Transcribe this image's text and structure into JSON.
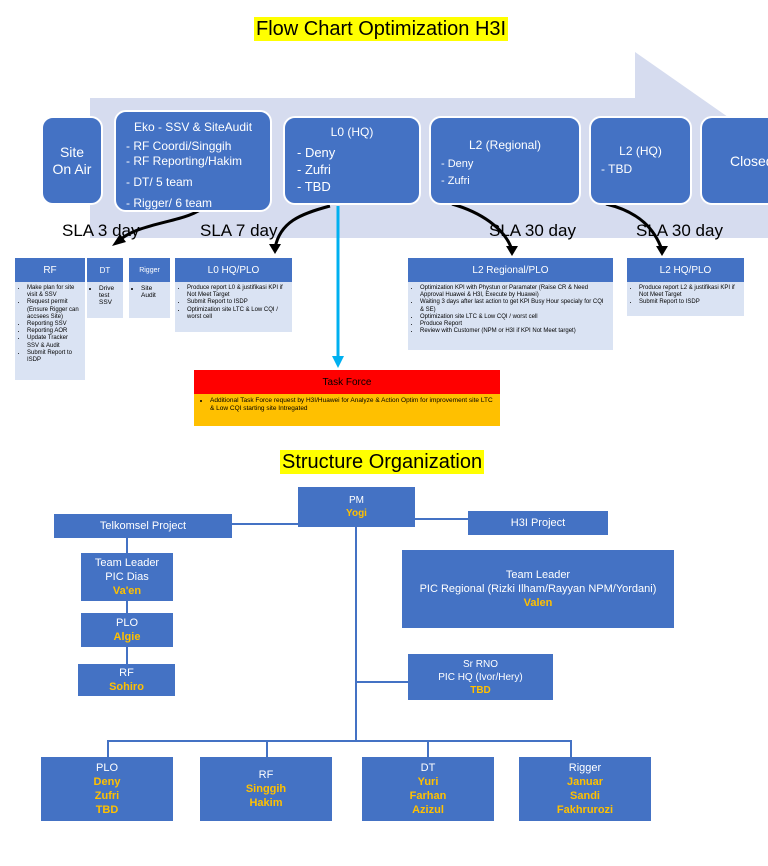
{
  "titles": {
    "flow": "Flow Chart Optimization H3I",
    "structure": "Structure Organization"
  },
  "flow": {
    "site_on_air": "Site On Air",
    "eko": {
      "title": "Eko - SSV & SiteAudit",
      "items": [
        "- RF Coordi/Singgih",
        "- RF Reporting/Hakim",
        "- DT/ 5 team",
        "- Rigger/ 6 team"
      ]
    },
    "l0": {
      "title": "L0 (HQ)",
      "items": [
        "- Deny",
        "- Zufri",
        "- TBD"
      ]
    },
    "l2_regional": {
      "title": "L2 (Regional)",
      "items": [
        "- Deny",
        "- Zufri"
      ]
    },
    "l2_hq": {
      "title": "L2 (HQ)",
      "items": [
        "- TBD"
      ]
    },
    "closed": "Closed",
    "sla": [
      "SLA 3 day",
      "SLA 7 day",
      "SLA 30 day",
      "SLA 30 day"
    ]
  },
  "details": {
    "rf": {
      "header": "RF",
      "items": [
        "Make plan for site visit & SSV",
        "Request permit (Ensure Rigger can accsees Site)",
        "Reporting SSV",
        "Reporting AOR",
        "Update Tracker SSV & Audit",
        "Submit Report to ISDP"
      ]
    },
    "dt": {
      "header": "DT",
      "items": [
        "Drive test SSV"
      ]
    },
    "rigger": {
      "header": "Rigger",
      "items": [
        "Site Audit"
      ]
    },
    "l0_plo": {
      "header": "L0 HQ/PLO",
      "items": [
        "Produce report L0 & justifikasi KPI if Not Meet Target",
        "Submit Report to ISDP",
        "Optimization site LTC & Low CQI / worst cell"
      ]
    },
    "l2_regional_plo": {
      "header": "L2 Regional/PLO",
      "items": [
        "Optimization KPI with Phystun or Paramater (Raise CR & Need Approval Huawei & H3I, Execute by Huawei)",
        "Waiting 3 days after last action to get KPI Busy Hour specialy for CQI & SE)",
        "Optimization site LTC & Low CQI / worst cell",
        "Produce Report",
        "Review with Customer (NPM or H3I if KPI Not Meet target)"
      ]
    },
    "l2_hq_plo": {
      "header": "L2 HQ/PLO",
      "items": [
        "Produce report L2 & justifikasi KPI if Not Meet Target",
        "Submit Report to ISDP"
      ]
    },
    "task_force": {
      "header": "Task Force",
      "items": [
        "Additional Task Force request by H3I/Huawei for Analyze & Action Optim for improvement site LTC & Low CQI starting site Intregated"
      ]
    }
  },
  "org": {
    "pm": {
      "role": "PM",
      "name": "Yogi"
    },
    "telkomsel": "Telkomsel Project",
    "h3i": "H3I Project",
    "tl_tsel": {
      "role": "Team Leader",
      "sub": "PIC Dias",
      "name": "Va'en"
    },
    "plo_tsel": {
      "role": "PLO",
      "name": "Algie"
    },
    "rf_tsel": {
      "role": "RF",
      "name": "Sohiro"
    },
    "tl_h3i": {
      "role": "Team Leader",
      "sub": "PIC Regional (Rizki Ilham/Rayyan NPM/Yordani)",
      "name": "Valen"
    },
    "sr_rno": {
      "role": "Sr RNO",
      "sub": "PIC HQ (Ivor/Hery)",
      "name": "TBD"
    },
    "plo": {
      "role": "PLO",
      "names": [
        "Deny",
        "Zufri",
        "TBD"
      ]
    },
    "rf": {
      "role": "RF",
      "names": [
        "Singgih",
        "Hakim"
      ]
    },
    "dt": {
      "role": "DT",
      "names": [
        "Yuri",
        "Farhan",
        "Azizul"
      ]
    },
    "rigger": {
      "role": "Rigger",
      "names": [
        "Januar",
        "Sandi",
        "Fakhrurozi"
      ]
    }
  },
  "colors": {
    "box": "#4472c4",
    "name": "#ffc000",
    "arrow": "#d9def0",
    "taskforce_header": "#ff0000",
    "taskforce_body": "#ffc000"
  }
}
